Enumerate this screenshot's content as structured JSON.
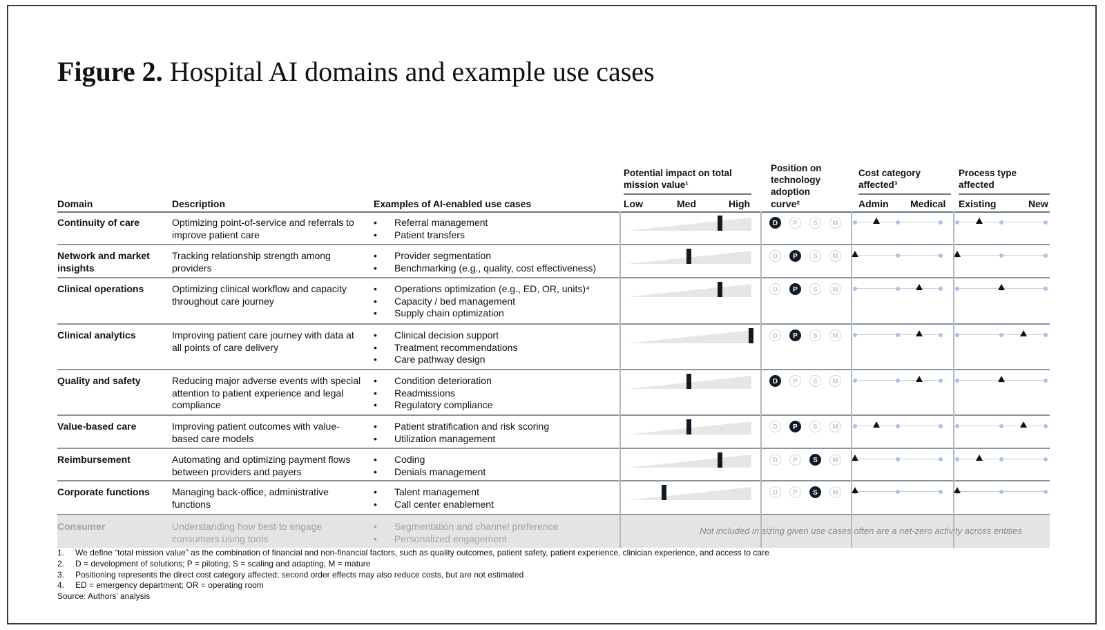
{
  "title": {
    "bold": "Figure 2.",
    "rest": "Hospital AI domains and example use cases"
  },
  "group_headers": {
    "impact": "Potential impact on total mission value¹",
    "adoption": "Position on technology adoption curve²",
    "cost": "Cost category affected³",
    "process": "Process type affected"
  },
  "columns": {
    "domain": "Domain",
    "description": "Description",
    "examples": "Examples of AI-enabled use cases",
    "low": "Low",
    "med": "Med",
    "high": "High",
    "curve": "curve²",
    "admin": "Admin",
    "medical": "Medical",
    "existing": "Existing",
    "new": "New"
  },
  "stage_letters": [
    "D",
    "P",
    "S",
    "M"
  ],
  "rows": [
    {
      "domain": "Continuity of care",
      "description": "Optimizing point-of-service and referrals to improve patient care",
      "examples": [
        "Referral management",
        "Patient transfers"
      ],
      "impact": 0.75,
      "stage": "D",
      "cost": 0.25,
      "process": 0.25
    },
    {
      "domain": "Network and market insights",
      "description": "Tracking relationship strength among providers",
      "examples": [
        "Provider segmentation",
        "Benchmarking (e.g., quality, cost effectiveness)"
      ],
      "impact": 0.5,
      "stage": "P",
      "cost": 0.0,
      "process": 0.0
    },
    {
      "domain": "Clinical operations",
      "description": "Optimizing clinical workflow and capacity throughout care journey",
      "examples": [
        "Operations optimization (e.g., ED, OR, units)⁴",
        "Capacity / bed management",
        "Supply chain optimization"
      ],
      "impact": 0.75,
      "stage": "P",
      "cost": 0.75,
      "process": 0.5
    },
    {
      "domain": "Clinical analytics",
      "description": "Improving patient care journey with data at all points of care delivery",
      "examples": [
        "Clinical decision support",
        "Treatment recommendations",
        "Care pathway design"
      ],
      "impact": 1.0,
      "stage": "P",
      "cost": 0.75,
      "process": 0.75
    },
    {
      "domain": "Quality and safety",
      "description": "Reducing major adverse events with special attention to patient experience and legal compliance",
      "examples": [
        "Condition deterioration",
        "Readmissions",
        "Regulatory compliance"
      ],
      "impact": 0.5,
      "stage": "D",
      "cost": 0.75,
      "process": 0.5
    },
    {
      "domain": "Value-based care",
      "description": "Improving patient outcomes with value-based care models",
      "examples": [
        "Patient stratification and risk scoring",
        "Utilization management"
      ],
      "impact": 0.5,
      "stage": "P",
      "cost": 0.25,
      "process": 0.75
    },
    {
      "domain": "Reimbursement",
      "description": "Automating and optimizing payment flows between providers and payers",
      "examples": [
        "Coding",
        "Denials management"
      ],
      "impact": 0.75,
      "stage": "S",
      "cost": 0.0,
      "process": 0.25
    },
    {
      "domain": "Corporate functions",
      "description": "Managing back-office, administrative functions",
      "examples": [
        "Talent management",
        "Call center enablement"
      ],
      "impact": 0.3,
      "stage": "S",
      "cost": 0.0,
      "process": 0.0
    }
  ],
  "consumer": {
    "domain": "Consumer",
    "description": "Understanding how best to engage consumers using tools",
    "examples": [
      "Segmentation and channel preference",
      "Personalized engagement"
    ],
    "note": "Not included in sizing given use cases often are a net-zero activity across entities"
  },
  "footnotes": [
    {
      "num": "1.",
      "text": "We define “total mission value” as the combination of financial and non-financial factors, such as quality outcomes, patient safety, patient experience, clinician experience, and access to care"
    },
    {
      "num": "2.",
      "text": "D = development of solutions; P = piloting; S = scaling and adapting; M = mature"
    },
    {
      "num": "3.",
      "text": "Positioning represents the direct cost category affected; second order effects may also reduce costs, but are not estimated"
    },
    {
      "num": "4.",
      "text": "ED = emergency department; OR = operating room"
    }
  ],
  "source": "Source: Authors’ analysis",
  "colors": {
    "marker": "#111b26",
    "tick": "#a7c2ee",
    "wedge": "#e6e6e6",
    "frame": "#2f3a44"
  }
}
